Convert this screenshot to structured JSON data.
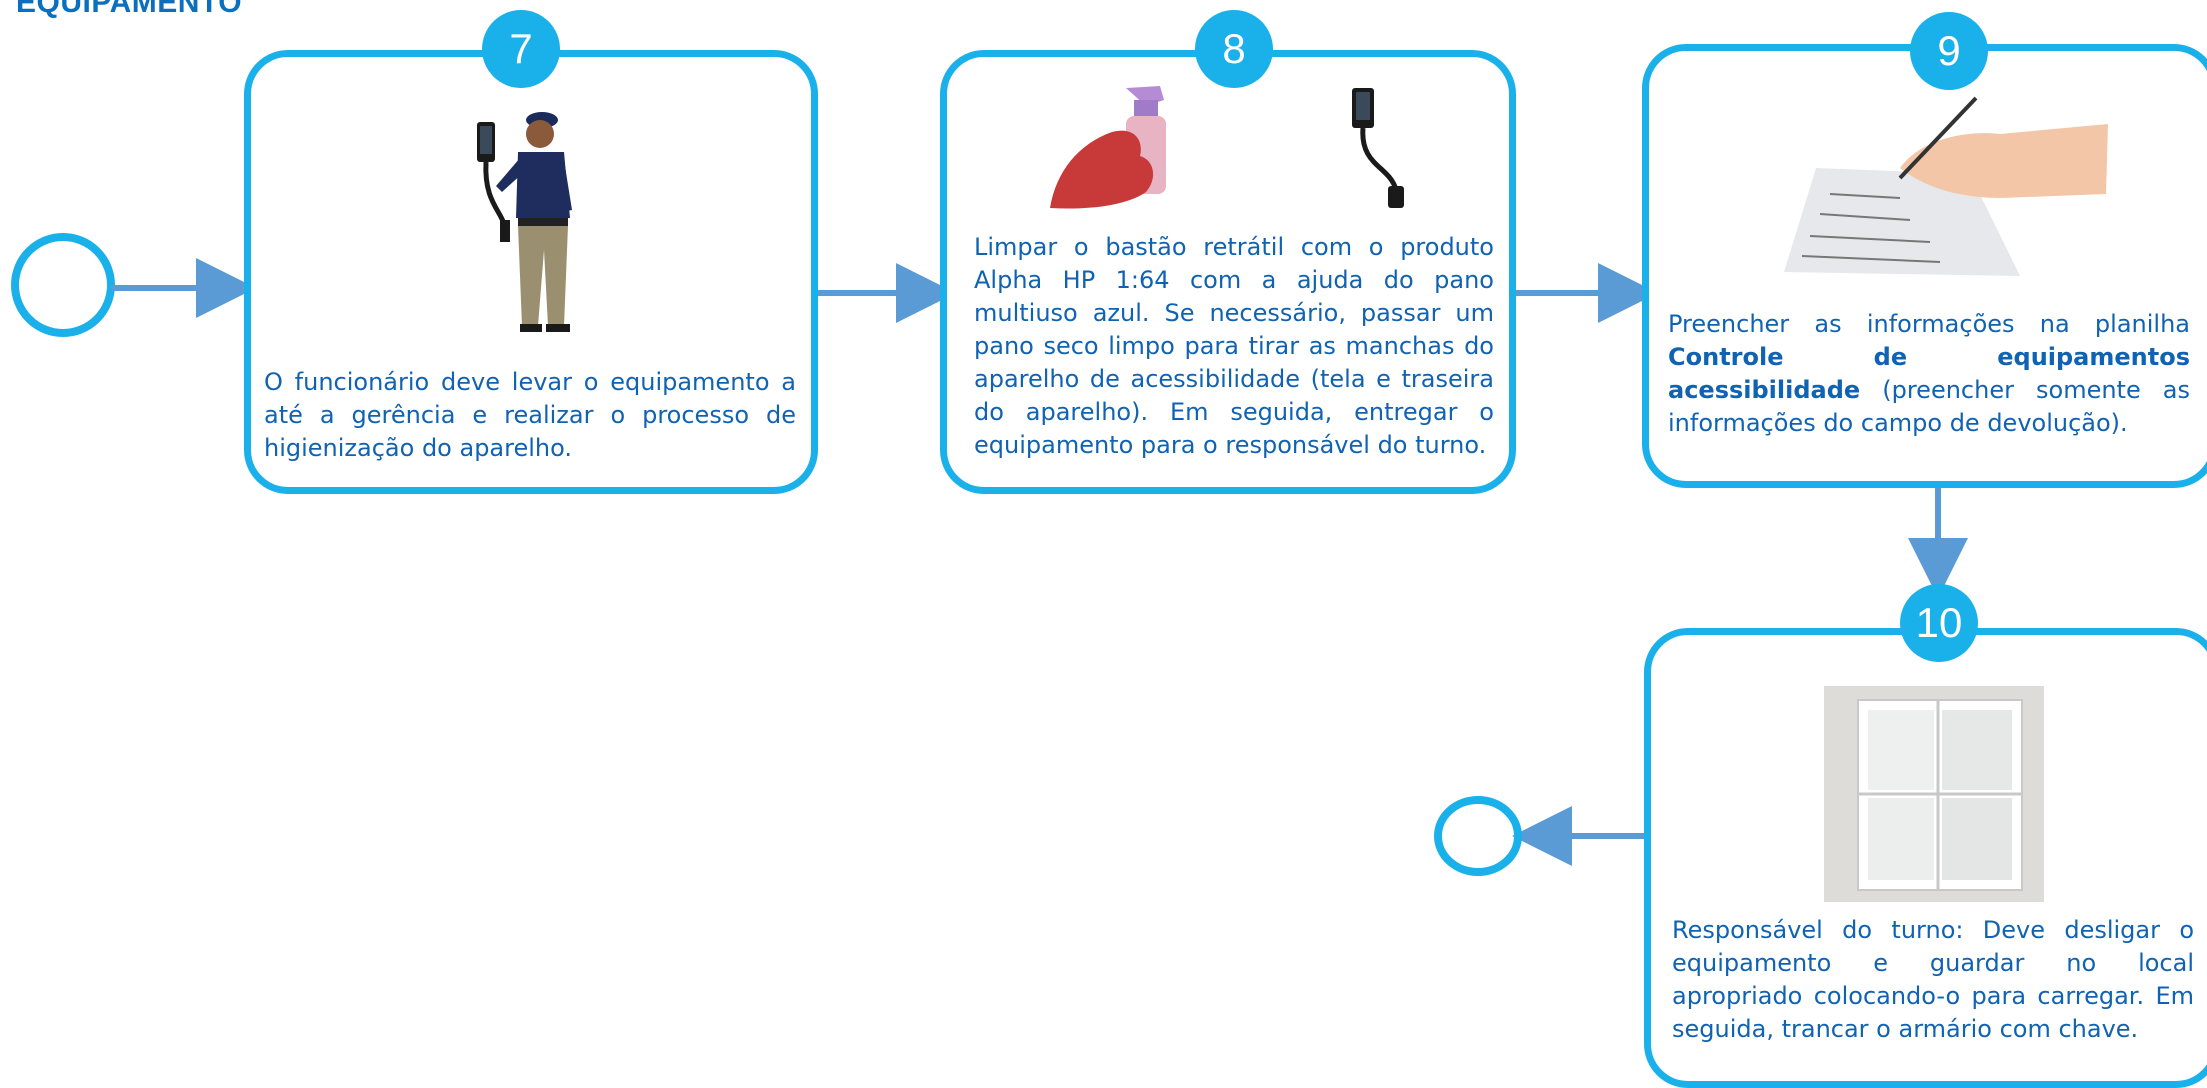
{
  "header": {
    "title": "EQUIPAMENTO"
  },
  "steps": [
    {
      "number": "7",
      "text": "O funcionário deve levar o equipamento a até a gerência e realizar o processo de higienização do aparelho."
    },
    {
      "number": "8",
      "text": "Limpar o bastão retrátil com o produto Alpha HP 1:64 com a ajuda do pano multiuso azul. Se necessário, passar um pano seco limpo para tirar as manchas do aparelho de acessibilidade (tela e traseira do aparelho). Em seguida, entregar o equipamento para o responsável do turno."
    },
    {
      "number": "9",
      "text_before": "Preencher as informações na planilha ",
      "text_bold": "Controle de equipamentos acessibilidade",
      "text_after": " (preencher somente as informações do campo de devolução)."
    },
    {
      "number": "10",
      "text": "Responsável do turno: Deve desligar o equipamento e guardar no local apropriado colocando-o para carregar. Em seguida, trancar o armário com chave."
    }
  ],
  "colors": {
    "accent": "#1ab0ea",
    "connector": "#5b9bd5",
    "text": "#1063b3",
    "header": "#0b6fbf"
  },
  "illustrations": {
    "step7": "employee-holding-device-image",
    "step8": "cleaning-spray-and-device-image",
    "step9": "hand-writing-form-image",
    "step10": "white-cabinet-image"
  }
}
